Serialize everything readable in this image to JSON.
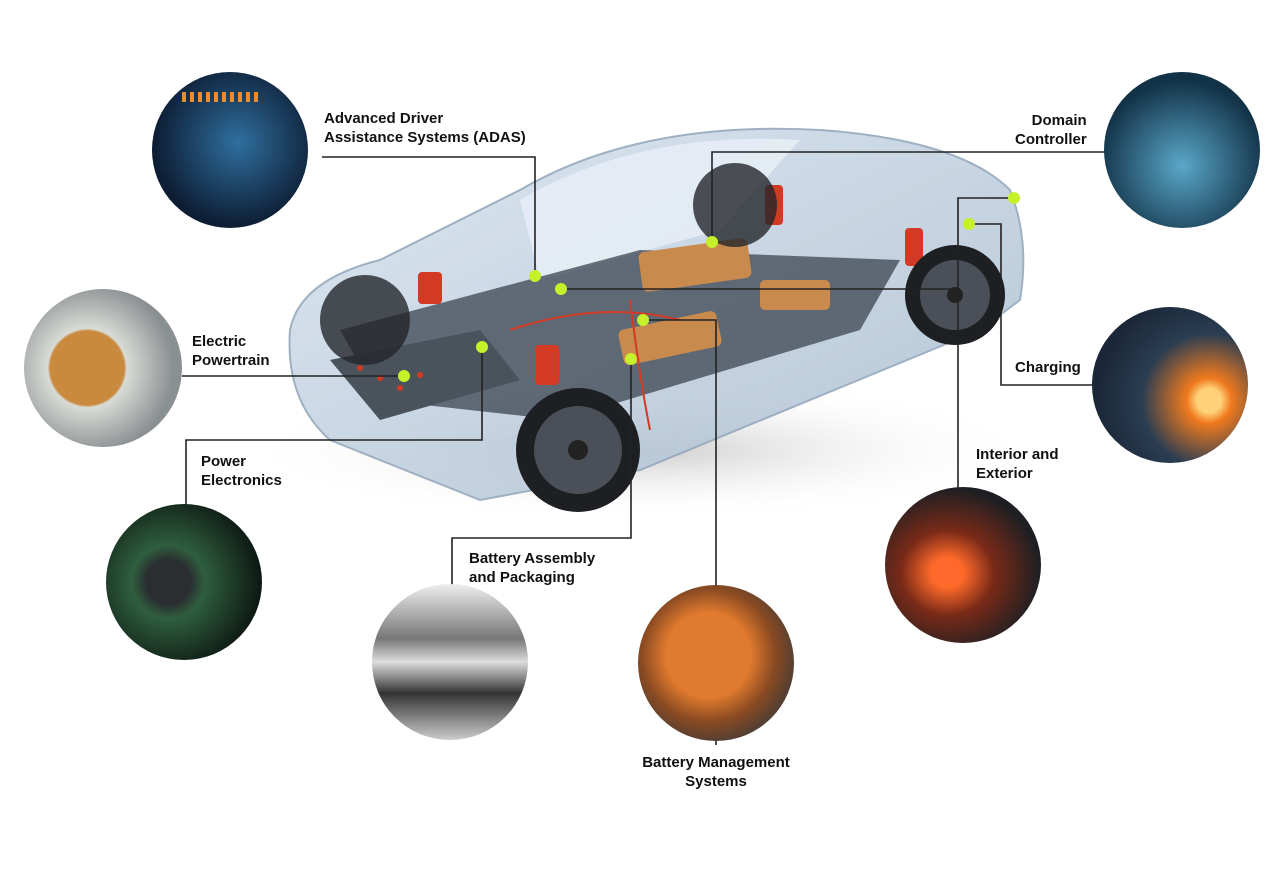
{
  "accent_color": "#c6f02a",
  "labels": {
    "adas": [
      "Advanced Driver",
      "Assistance Systems (ADAS)"
    ],
    "domain": [
      "Domain",
      "Controller"
    ],
    "powertrain": [
      "Electric",
      "Powertrain"
    ],
    "charging": [
      "Charging"
    ],
    "power_electronics": [
      "Power",
      "Electronics"
    ],
    "interior": [
      "Interior and",
      "Exterior"
    ],
    "battery_assembly": [
      "Battery Assembly",
      "and Packaging"
    ],
    "bms": [
      "Battery Management",
      "Systems"
    ]
  }
}
